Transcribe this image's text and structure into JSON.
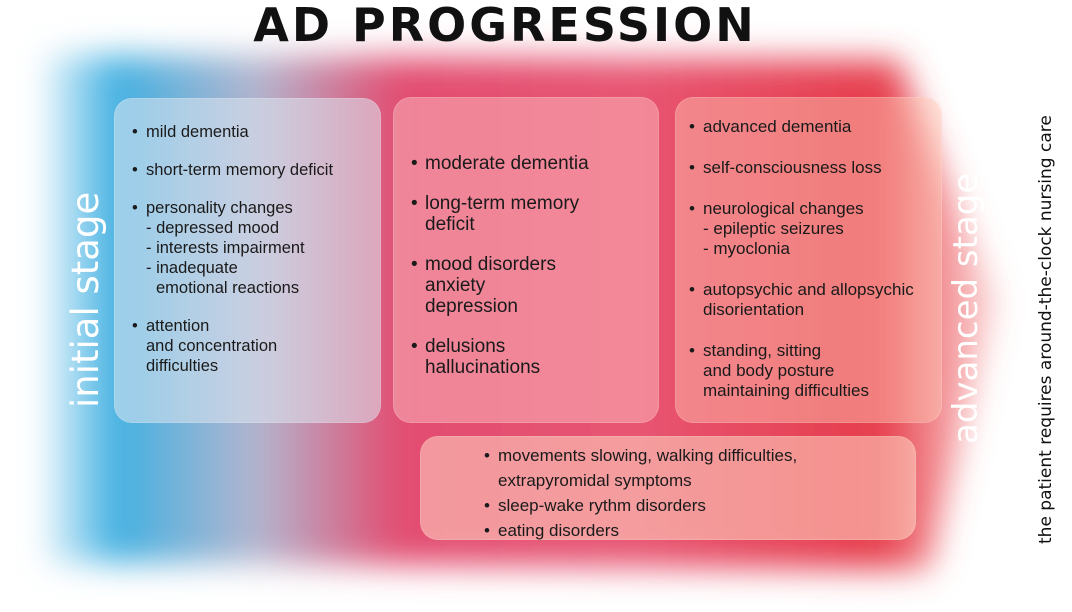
{
  "title": "AD PROGRESSION",
  "colors": {
    "initial": "#5ab8e0",
    "middle": "#e8506e",
    "advanced": "#e0404e"
  },
  "stages": {
    "initial": "initial stage",
    "advanced": "advanced stage"
  },
  "side_note": "the patient requires around-the-clock nursing care",
  "box1": {
    "items": [
      {
        "text": "mild dementia",
        "subs": []
      },
      {
        "text": "short-term memory deficit",
        "subs": []
      },
      {
        "text": "personality changes",
        "subs": [
          "- depressed mood",
          "- interests impairment",
          "- inadequate",
          "emotional reactions"
        ]
      },
      {
        "text": "attention",
        "subs": [
          "and concentration",
          "difficulties"
        ]
      }
    ]
  },
  "box2": {
    "items": [
      {
        "text": "moderate dementia",
        "subs": []
      },
      {
        "text": "long-term memory",
        "subs": [
          "deficit"
        ]
      },
      {
        "text": "mood disorders",
        "subs": [
          "anxiety",
          "depression"
        ]
      },
      {
        "text": "delusions",
        "subs": [
          "hallucinations"
        ]
      }
    ]
  },
  "box3": {
    "items": [
      {
        "text": "advanced dementia",
        "subs": []
      },
      {
        "text": "self-consciousness loss",
        "subs": []
      },
      {
        "text": "neurological changes",
        "subs": [
          "- epileptic seizures",
          "- myoclonia"
        ]
      },
      {
        "text": "autopsychic and allopsychic",
        "subs": [
          "disorientation"
        ]
      },
      {
        "text": "standing, sitting",
        "subs": [
          "and body posture",
          "maintaining difficulties"
        ]
      }
    ]
  },
  "box4": {
    "items": [
      {
        "text": "movements slowing, walking difficulties,",
        "subs": [
          "extrapyromidal symptoms"
        ]
      },
      {
        "text": "sleep-wake rythm disorders",
        "subs": []
      },
      {
        "text": "eating disorders",
        "subs": []
      }
    ]
  }
}
